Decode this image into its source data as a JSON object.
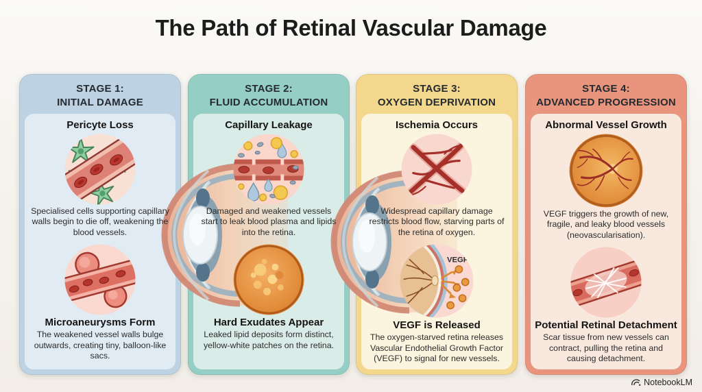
{
  "title": "The Path of Retinal Vascular Damage",
  "watermark": {
    "label": "NotebookLM"
  },
  "stages": [
    {
      "header_line1": "STAGE 1:",
      "header_line2": "INITIAL DAMAGE",
      "outer_color": "#bdd2e3",
      "inner_color": "#e0ebf4",
      "sections": [
        {
          "heading": "Pericyte Loss",
          "description": "Specialised cells supporting capillary walls begin to die off, weakening the blood vessels.",
          "illustration": "pericyte-capillary-illustration"
        },
        {
          "heading": "Microaneurysms Form",
          "description": "The weakened vessel walls bulge outwards, creating tiny, balloon-like sacs.",
          "illustration": "microaneurysm-vessel-illustration"
        }
      ]
    },
    {
      "header_line1": "STAGE 2:",
      "header_line2": "FLUID ACCUMULATION",
      "outer_color": "#94cec4",
      "inner_color": "#daece8",
      "sections": [
        {
          "heading": "Capillary Leakage",
          "description": "Damaged and weakened vessels start to leak blood plasma and lipids into the retina.",
          "illustration": "leaking-capillary-illustration"
        },
        {
          "heading": "Hard Exudates Appear",
          "description": "Leaked lipid deposits form distinct, yellow-white patches on the retina.",
          "illustration": "hard-exudates-retina-illustration"
        }
      ]
    },
    {
      "header_line1": "STAGE 3:",
      "header_line2": "OXYGEN DEPRIVATION",
      "outer_color": "#f3d78c",
      "inner_color": "#fbf5df",
      "sections": [
        {
          "heading": "Ischemia Occurs",
          "description": "Widespread capillary damage restricts blood flow, starving parts of the retina of oxygen.",
          "illustration": "damaged-capillary-network-illustration"
        },
        {
          "heading": "VEGF is Released",
          "description": "The oxygen-starved retina releases Vascular Endothelial Growth Factor (VEGF) to signal for new vessels.",
          "illustration": "vegf-release-illustration",
          "illustration_label": "VEGF"
        }
      ]
    },
    {
      "header_line1": "STAGE 4:",
      "header_line2": "ADVANCED PROGRESSION",
      "outer_color": "#e9957e",
      "inner_color": "#f9e8de",
      "sections": [
        {
          "heading": "Abnormal Vessel Growth",
          "description": "VEGF triggers the growth of new, fragile, and leaky blood vessels (neovascularisation).",
          "illustration": "neovascular-fundus-illustration"
        },
        {
          "heading": "Potential Retinal Detachment",
          "description": "Scar tissue from new vessels can contract, pulling the retina and causing detachment.",
          "illustration": "retinal-scar-traction-illustration"
        }
      ]
    }
  ],
  "decorations": [
    "eye-cross-section-left",
    "eye-cross-section-right"
  ],
  "palette": {
    "background": "#f6f3ee",
    "title_color": "#1c1c1c",
    "body_text": "#2b2b2b",
    "header_text": "#242a30",
    "vessel_red": "#b5342c",
    "pericyte_green": "#90cf9f",
    "exudate_orange": "#e08a33",
    "fluid_blue": "#aec8de"
  }
}
